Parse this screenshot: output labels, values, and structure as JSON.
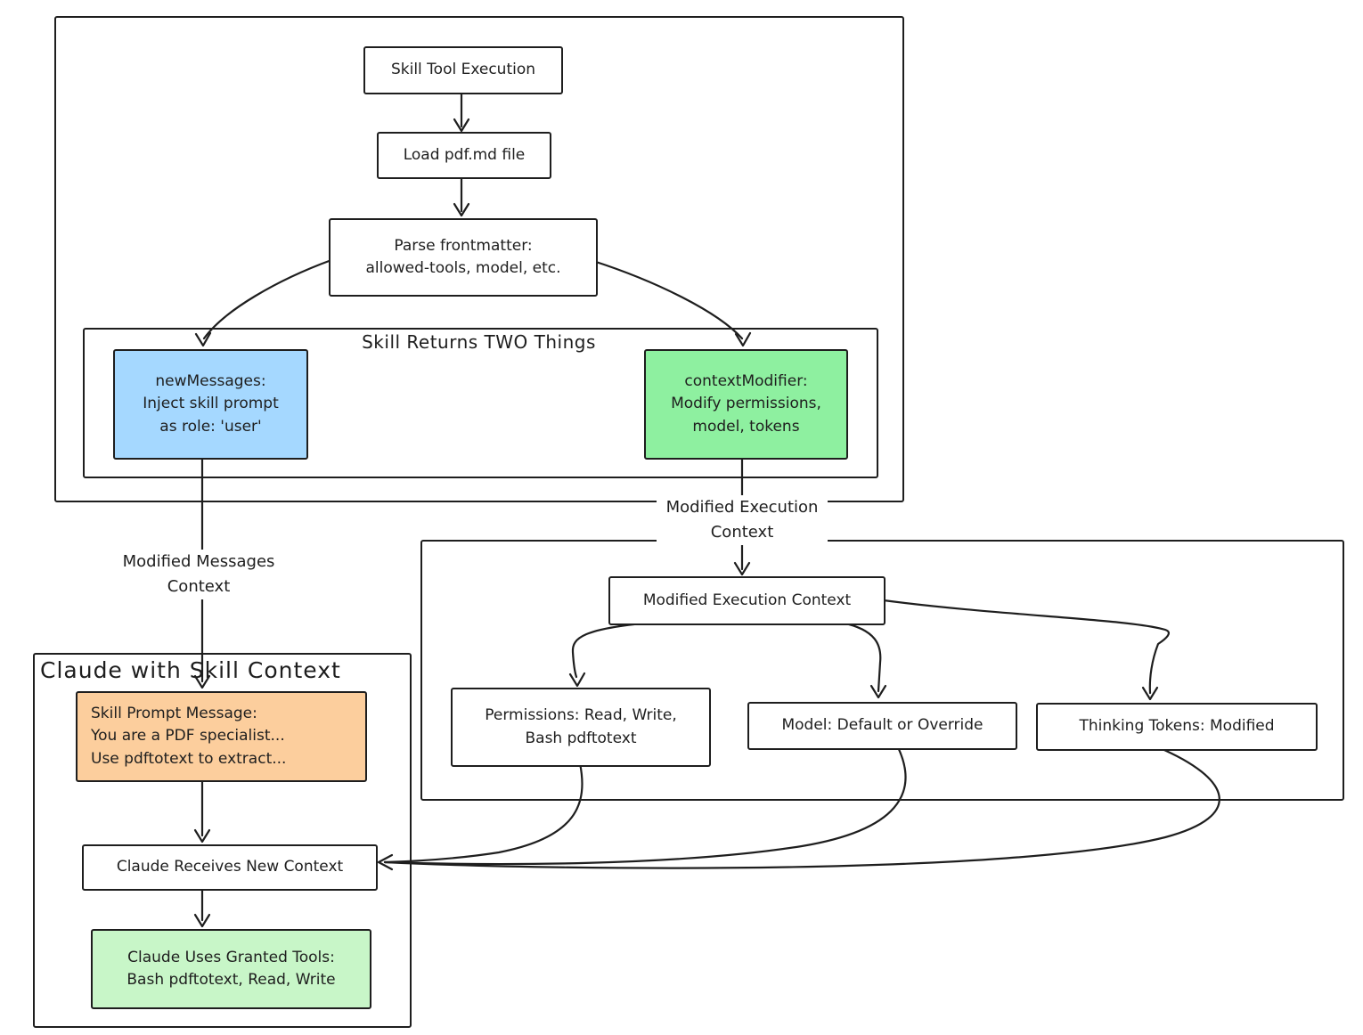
{
  "containers": {
    "skill_returns": {
      "label": "Skill Returns TWO Things"
    },
    "claude": {
      "label": "Claude with Skill Context"
    }
  },
  "nodes": {
    "skill_tool_execution": {
      "text": "Skill Tool Execution"
    },
    "load_pdf": {
      "text": "Load pdf.md file"
    },
    "parse_frontmatter": {
      "text": "Parse frontmatter:\nallowed-tools, model, etc."
    },
    "new_messages": {
      "text": "newMessages:\nInject skill prompt\nas role: 'user'",
      "fill": "#a5d8ff"
    },
    "context_modifier": {
      "text": "contextModifier:\nModify permissions,\nmodel, tokens",
      "fill": "#8ef0a0"
    },
    "modified_execution_context": {
      "text": "Modified Execution Context"
    },
    "permissions": {
      "text": "Permissions: Read, Write,\nBash pdftotext"
    },
    "model": {
      "text": "Model: Default or Override"
    },
    "thinking_tokens": {
      "text": "Thinking Tokens: Modified"
    },
    "skill_prompt_message": {
      "text": "Skill Prompt Message:\nYou are a PDF specialist...\nUse pdftotext to extract...",
      "fill": "#fcce9d"
    },
    "claude_receives_new_context": {
      "text": "Claude Receives New Context"
    },
    "claude_uses_granted_tools": {
      "text": "Claude Uses Granted Tools:\nBash pdftotext, Read, Write",
      "fill": "#c8f6c8"
    }
  },
  "edge_labels": {
    "modified_messages_context": "Modified Messages\nContext",
    "modified_execution_context": "Modified Execution\nContext"
  },
  "colors": {
    "stroke": "#1e1e1e",
    "canvas_background": "#ffffff",
    "new_messages_fill": "#a5d8ff",
    "context_modifier_fill": "#8ef0a0",
    "skill_prompt_fill": "#fcce9d",
    "granted_tools_fill": "#c8f6c8"
  }
}
